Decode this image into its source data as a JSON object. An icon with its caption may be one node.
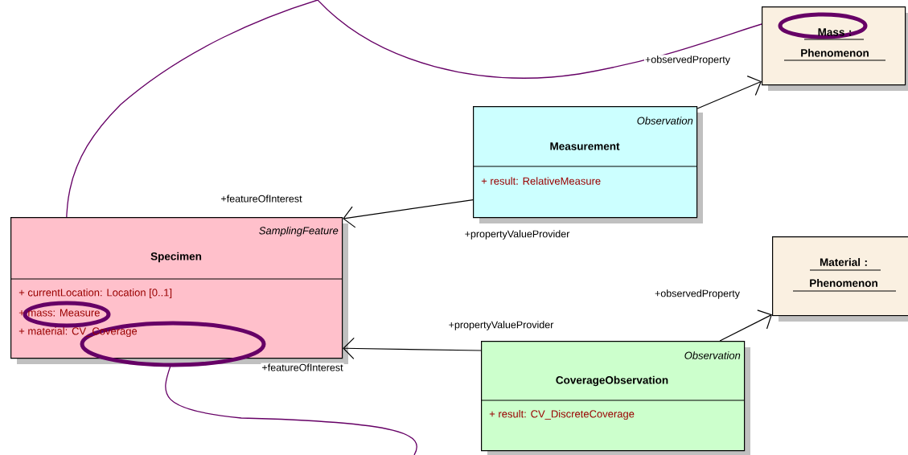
{
  "diagram": {
    "nodes": [
      {
        "text": [
          "SamplingFeature",
          "Specimen",
          "+ currentLocation: Location [0..1]",
          "+ mass: Measure",
          "+ material: CV_Coverage"
        ]
      },
      {
        "text": [
          "Observation",
          "Measurement",
          "+ result: RelativeMeasure"
        ]
      },
      {
        "text": [
          "Mass : Phenomenon"
        ]
      },
      {
        "text": [
          "Material : Phenomenon"
        ]
      },
      {
        "text": [
          "Observation",
          "CoverageObservation",
          "+ result: CV_DiscreteCoverage"
        ]
      }
    ],
    "edges": [
      {
        "from": 1,
        "to": 2,
        "arrow": "to",
        "label": "+observedProperty"
      },
      {
        "from": 1,
        "to": 0,
        "arrow": "to",
        "label": "+featureOfInterest"
      },
      {
        "from": 4,
        "to": 3,
        "arrow": "to",
        "label": "+observedProperty"
      },
      {
        "from": 4,
        "to": 0,
        "arrow": "to",
        "label": "+featureOfInterest"
      }
    ],
    "labels": [
      "+propertyValueProvider",
      "+propertyValueProvider"
    ]
  }
}
